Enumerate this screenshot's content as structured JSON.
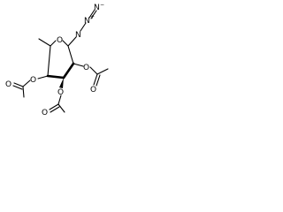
{
  "molecule": {
    "ring_oxygen": "O",
    "azide": {
      "n1": "N",
      "n2": "N",
      "n3": "N",
      "n2_charge": "+",
      "n3_charge": "−"
    },
    "acetates": [
      {
        "ester_o": "O",
        "carbonyl_o": "O"
      },
      {
        "ester_o": "O",
        "carbonyl_o": "O"
      },
      {
        "ester_o": "O",
        "carbonyl_o": "O"
      }
    ]
  }
}
